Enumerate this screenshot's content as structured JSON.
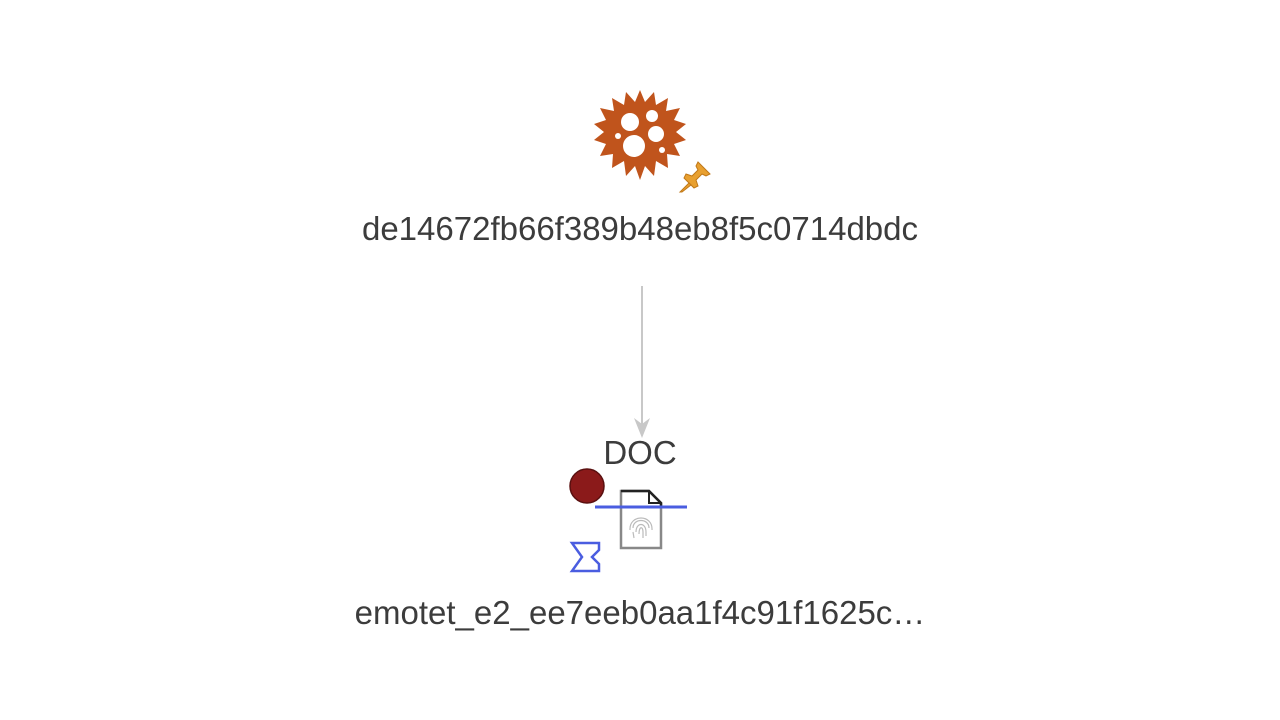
{
  "graph": {
    "parent_node": {
      "label": "de14672fb66f389b48eb8f5c0714dbdc",
      "icon": "malware-virus-icon",
      "badge_icon": "pin-icon",
      "colors": {
        "icon": "#c0541c",
        "pin": "#e8a030"
      }
    },
    "edge": {
      "color": "#c8c8c8"
    },
    "child_node": {
      "type_tag": "DOC",
      "label": "emotet_e2_ee7eeb0aa1f4c91f1625c…",
      "icon": "file-fingerprint-icon",
      "badges": [
        "verdict-dot-icon",
        "sigma-icon",
        "strike-line"
      ],
      "colors": {
        "verdict": "#8b1a1a",
        "sigma": "#4a5de0",
        "strike": "#4a5de0",
        "file_outline": "#888888"
      }
    }
  }
}
